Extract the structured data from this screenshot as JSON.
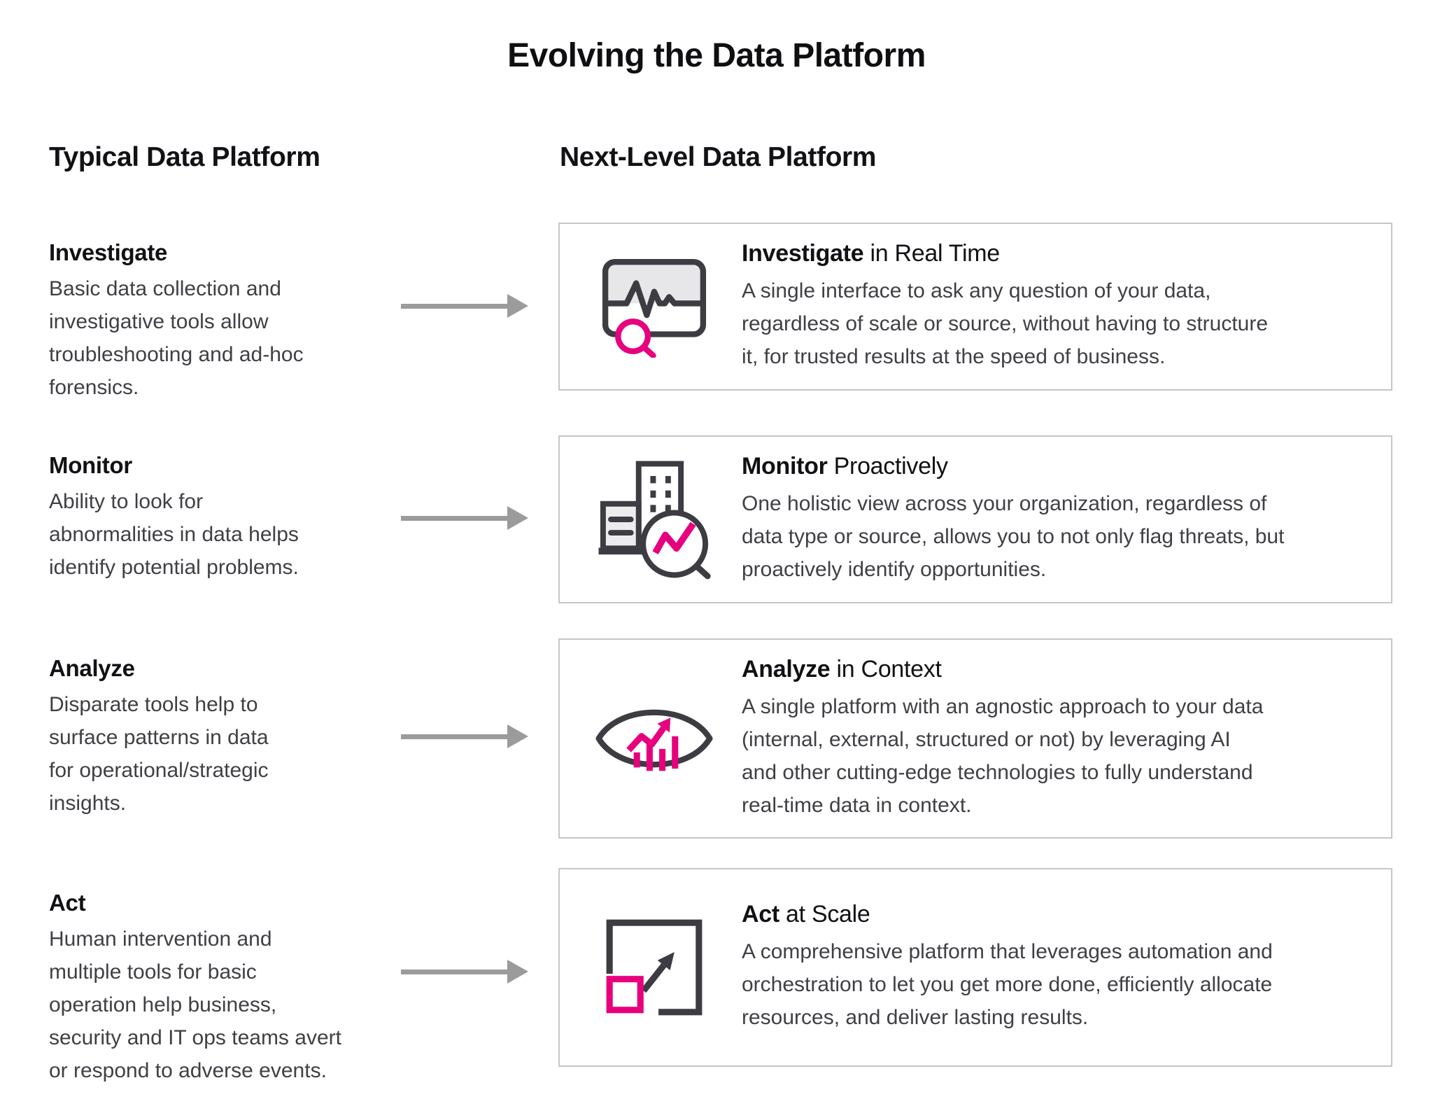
{
  "page": {
    "title": "Evolving the Data Platform"
  },
  "columns": {
    "left_header": "Typical Data Platform",
    "right_header": "Next-Level Data Platform"
  },
  "rows": [
    {
      "left": {
        "heading": "Investigate",
        "body": "Basic data collection and\ninvestigative tools allow\ntroubleshooting and ad-hoc\nforensics."
      },
      "card": {
        "title_bold": "Investigate",
        "title_rest": " in Real Time",
        "body": "A single interface to ask any question of your data,\nregardless of scale or source, without having to structure\nit, for trusted results at the speed of business.",
        "icon": "pulse-monitor-search-icon"
      }
    },
    {
      "left": {
        "heading": "Monitor",
        "body": "Ability to look for\nabnormalities in data helps\nidentify potential problems."
      },
      "card": {
        "title_bold": "Monitor",
        "title_rest": " Proactively",
        "body": "One holistic view across your organization, regardless of\ndata type or source, allows you to not only flag threats, but\nproactively identify opportunities.",
        "icon": "buildings-magnifier-icon"
      }
    },
    {
      "left": {
        "heading": "Analyze",
        "body": "Disparate tools help to\nsurface patterns in data\nfor operational/strategic\ninsights."
      },
      "card": {
        "title_bold": "Analyze",
        "title_rest": " in Context",
        "body": "A single platform with an agnostic approach to your data\n(internal, external, structured or not) by leveraging AI\nand other cutting-edge technologies to fully understand\nreal-time data in context.",
        "icon": "eye-chart-icon"
      }
    },
    {
      "left": {
        "heading": "Act",
        "body": "Human intervention and\nmultiple tools for basic\noperation help business,\nsecurity and IT ops teams avert\nor respond to adverse events."
      },
      "card": {
        "title_bold": "Act",
        "title_rest": " at Scale",
        "body": "A comprehensive platform that leverages automation and\norchestration to let you get more done, efficiently allocate\nresources, and deliver lasting results.",
        "icon": "expand-square-arrow-icon"
      }
    }
  ],
  "colors": {
    "accent_pink": "#E6007E",
    "icon_dark": "#3C3C42",
    "icon_light_fill": "#E7E7E9",
    "arrow_gray": "#9B9B9B",
    "card_border": "#C6C6C6",
    "body_text": "#3F3F45",
    "heading_text": "#111115"
  }
}
